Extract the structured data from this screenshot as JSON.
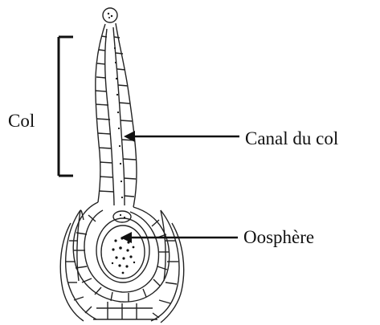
{
  "labels": {
    "col": "Col",
    "canal": "Canal du col",
    "oosphere": "Oosphère"
  },
  "colors": {
    "ink": "#111111",
    "background": "#ffffff"
  }
}
